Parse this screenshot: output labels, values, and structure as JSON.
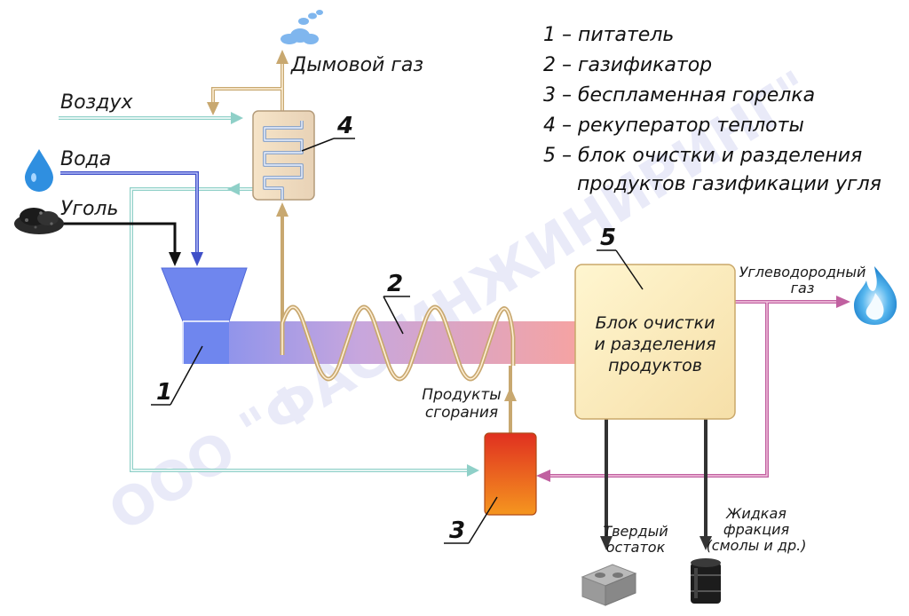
{
  "watermark": "ООО \"ФАС-ИНЖИНИРИНГ\"",
  "legend": [
    "1 – питатель",
    "2 – газификатор",
    "3 – беспламенная горелка",
    "4 – рекуператор теплоты",
    "5 – блок очистки и разделения",
    "продуктов газификации угля"
  ],
  "inputs": {
    "air": "Воздух",
    "water": "Вода",
    "coal": "Уголь"
  },
  "flue_gas": "Дымовой газ",
  "combustion_products": [
    "Продукты",
    "сгорания"
  ],
  "hydrocarbon_gas": [
    "Углеводородный",
    "газ"
  ],
  "solid_residue": [
    "Твердый",
    "остаток"
  ],
  "liquid_fraction": [
    "Жидкая",
    "фракция",
    "(смолы и др.)"
  ],
  "unit5_text": [
    "Блок очистки",
    "и разделения",
    "продуктов"
  ],
  "numbers": {
    "n1": "1",
    "n2": "2",
    "n3": "3",
    "n4": "4",
    "n5": "5"
  },
  "colors": {
    "air_line": "#8fd0c8",
    "water_line": "#4050c8",
    "coal_line": "#111111",
    "flue_line": "#c8a870",
    "gas_line": "#c060a0",
    "feeder": "#6f86ee",
    "burner_top": "#e03020",
    "burner_bottom": "#f0901e",
    "unit5_fill": "#fdf2c0",
    "recuperator_fill": "#f3dcc0"
  }
}
